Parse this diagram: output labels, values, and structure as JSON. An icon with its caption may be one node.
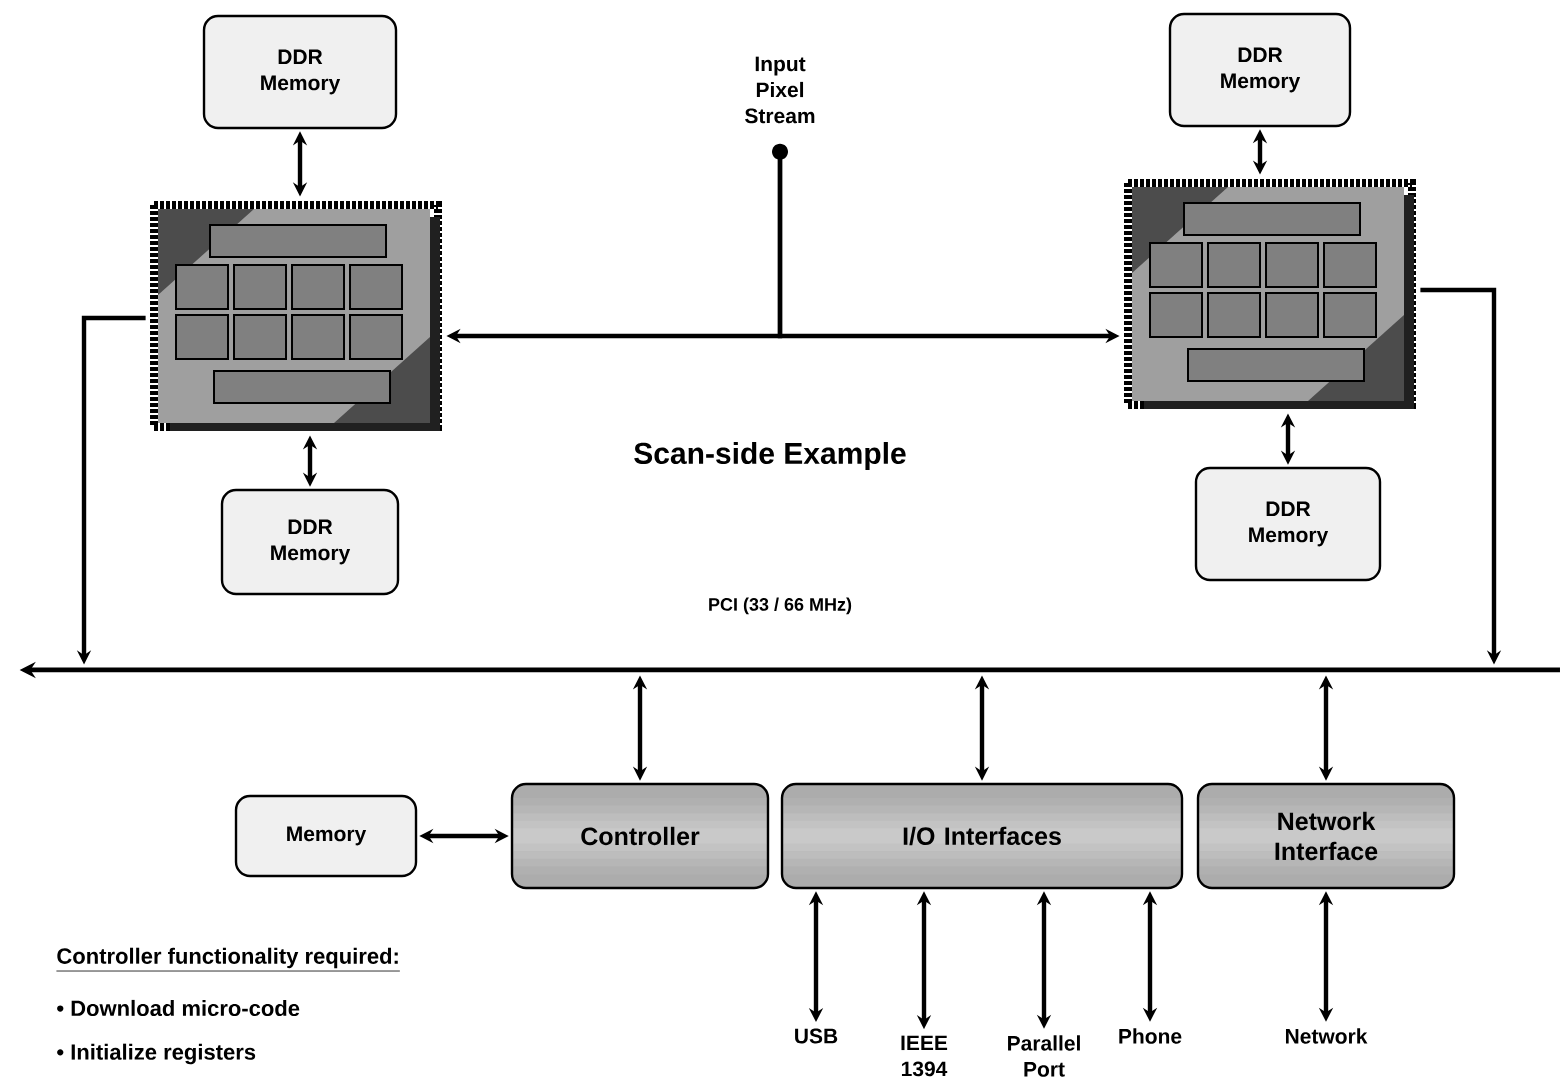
{
  "diagram": {
    "title": "Scan-side Example",
    "nodes": [
      {
        "text": [
          "DDR Memory"
        ]
      },
      {
        "text": [],
        "shape": "picture"
      },
      {
        "text": [
          "DDR Memory"
        ]
      },
      {
        "text": [
          "Input Pixel Stream"
        ]
      },
      {
        "text": [
          "DDR Memory"
        ]
      },
      {
        "text": [],
        "shape": "picture"
      },
      {
        "text": [
          "DDR Memory"
        ]
      },
      {
        "text": [],
        "shape": "bar",
        "beside": [
          "PCI (33 / 66 MHz)"
        ]
      },
      {
        "text": [
          "Memory"
        ]
      },
      {
        "text": [
          "Controller"
        ]
      },
      {
        "text": [
          "I/O Interfaces"
        ]
      },
      {
        "text": [
          "Network Interface"
        ]
      },
      {
        "text": [
          "USB"
        ]
      },
      {
        "text": [
          "IEEE 1394"
        ]
      },
      {
        "text": [
          "Parallel Port"
        ]
      },
      {
        "text": [
          "Phone"
        ]
      },
      {
        "text": [
          "Network"
        ]
      }
    ],
    "edges": [
      {
        "from": 0,
        "to": 1,
        "arrow": "both"
      },
      {
        "from": 1,
        "to": 2,
        "arrow": "both"
      },
      {
        "from": 4,
        "to": 5,
        "arrow": "both"
      },
      {
        "from": 5,
        "to": 6,
        "arrow": "both"
      },
      {
        "from": 3,
        "to": 1,
        "arrow": "to"
      },
      {
        "from": 3,
        "to": 5,
        "arrow": "to"
      },
      {
        "from": 1,
        "to": 7,
        "arrow": "to"
      },
      {
        "from": 5,
        "to": 7,
        "arrow": "to"
      },
      {
        "from": 7,
        "to": 9,
        "arrow": "both"
      },
      {
        "from": 7,
        "to": 10,
        "arrow": "both"
      },
      {
        "from": 7,
        "to": 11,
        "arrow": "both"
      },
      {
        "from": 8,
        "to": 9,
        "arrow": "both"
      },
      {
        "from": 10,
        "to": 12,
        "arrow": "both"
      },
      {
        "from": 10,
        "to": 13,
        "arrow": "both"
      },
      {
        "from": 10,
        "to": 14,
        "arrow": "both"
      },
      {
        "from": 10,
        "to": 15,
        "arrow": "both"
      },
      {
        "from": 11,
        "to": 16,
        "arrow": "both"
      }
    ],
    "labels": [
      "Controller functionality required:",
      "• Download micro-code",
      "• Initialize registers"
    ]
  }
}
